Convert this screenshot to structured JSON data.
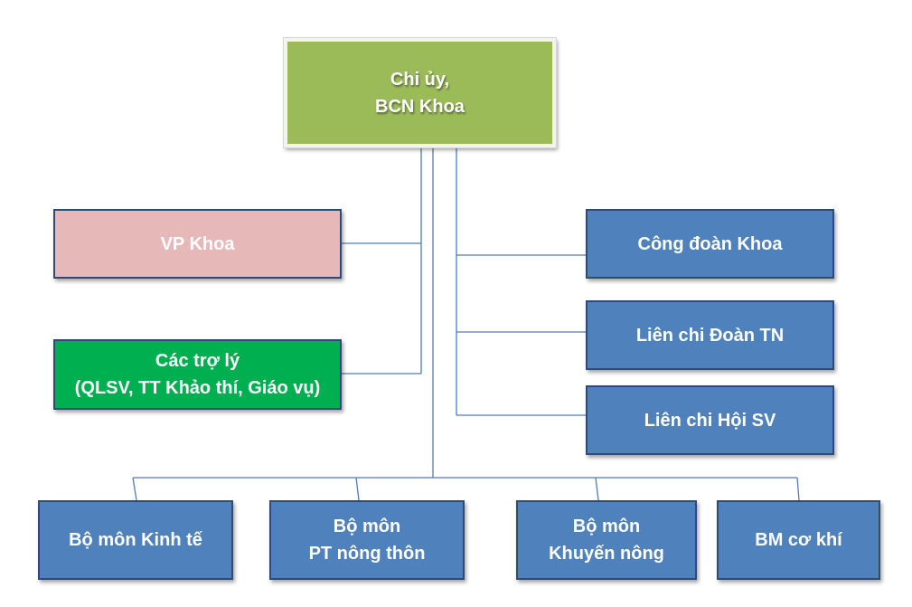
{
  "colors": {
    "top": "#9bbb59",
    "vp": "#e6b9b8",
    "assistants": "#00b050",
    "unit": "#4f81bd",
    "connector": "#4f7bbd"
  },
  "top": {
    "line1": "Chi ủy,",
    "line2": "BCN Khoa"
  },
  "left": {
    "vp": "VP Khoa",
    "assistants": {
      "line1": "Các trợ lý",
      "line2": "(QLSV, TT Khảo thí, Giáo vụ)"
    }
  },
  "right": {
    "union": "Công đoàn Khoa",
    "youth": "Liên chi Đoàn TN",
    "students": "Liên chi Hội SV"
  },
  "bottom": {
    "economics": "Bộ môn Kinh tế",
    "rural": {
      "line1": "Bộ môn",
      "line2": "PT nông thôn"
    },
    "extension": {
      "line1": "Bộ môn",
      "line2": "Khuyến nông"
    },
    "mechanical": "BM cơ khí"
  }
}
